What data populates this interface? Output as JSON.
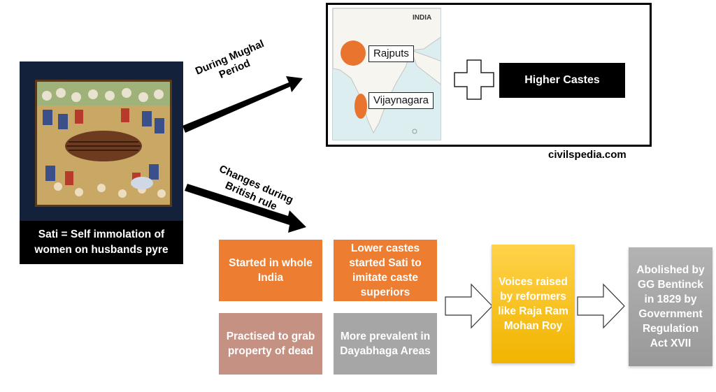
{
  "painting": {
    "caption": "Sati = Self immolation of women on husbands pyre"
  },
  "arrows": {
    "mughal_label": "During Mughal Period",
    "british_label": "Changes during British rule"
  },
  "map": {
    "title": "INDIA",
    "regions": [
      {
        "label": "Rajputs",
        "color": "#e8742e"
      },
      {
        "label": "Vijaynagara",
        "color": "#e8742e"
      }
    ],
    "higher_castes": "Higher Castes"
  },
  "site": "civilspedia.com",
  "boxes": {
    "started_whole_india": "Started in whole India",
    "lower_castes": "Lower castes started Sati to imitate caste superiors",
    "practised_property": "Practised to grab property of dead",
    "dayabhaga": "More prevalent in Dayabhaga Areas",
    "reformers": "Voices raised by reformers like Raja Ram Mohan Roy",
    "abolished": "Abolished by GG Bentinck in 1829 by Government Regulation Act XVII"
  },
  "colors": {
    "orange": "#ed7d31",
    "rose": "#c59183",
    "gray": "#a6a6a6",
    "gold": "#f5c000",
    "silver": "#a6a6a6"
  }
}
